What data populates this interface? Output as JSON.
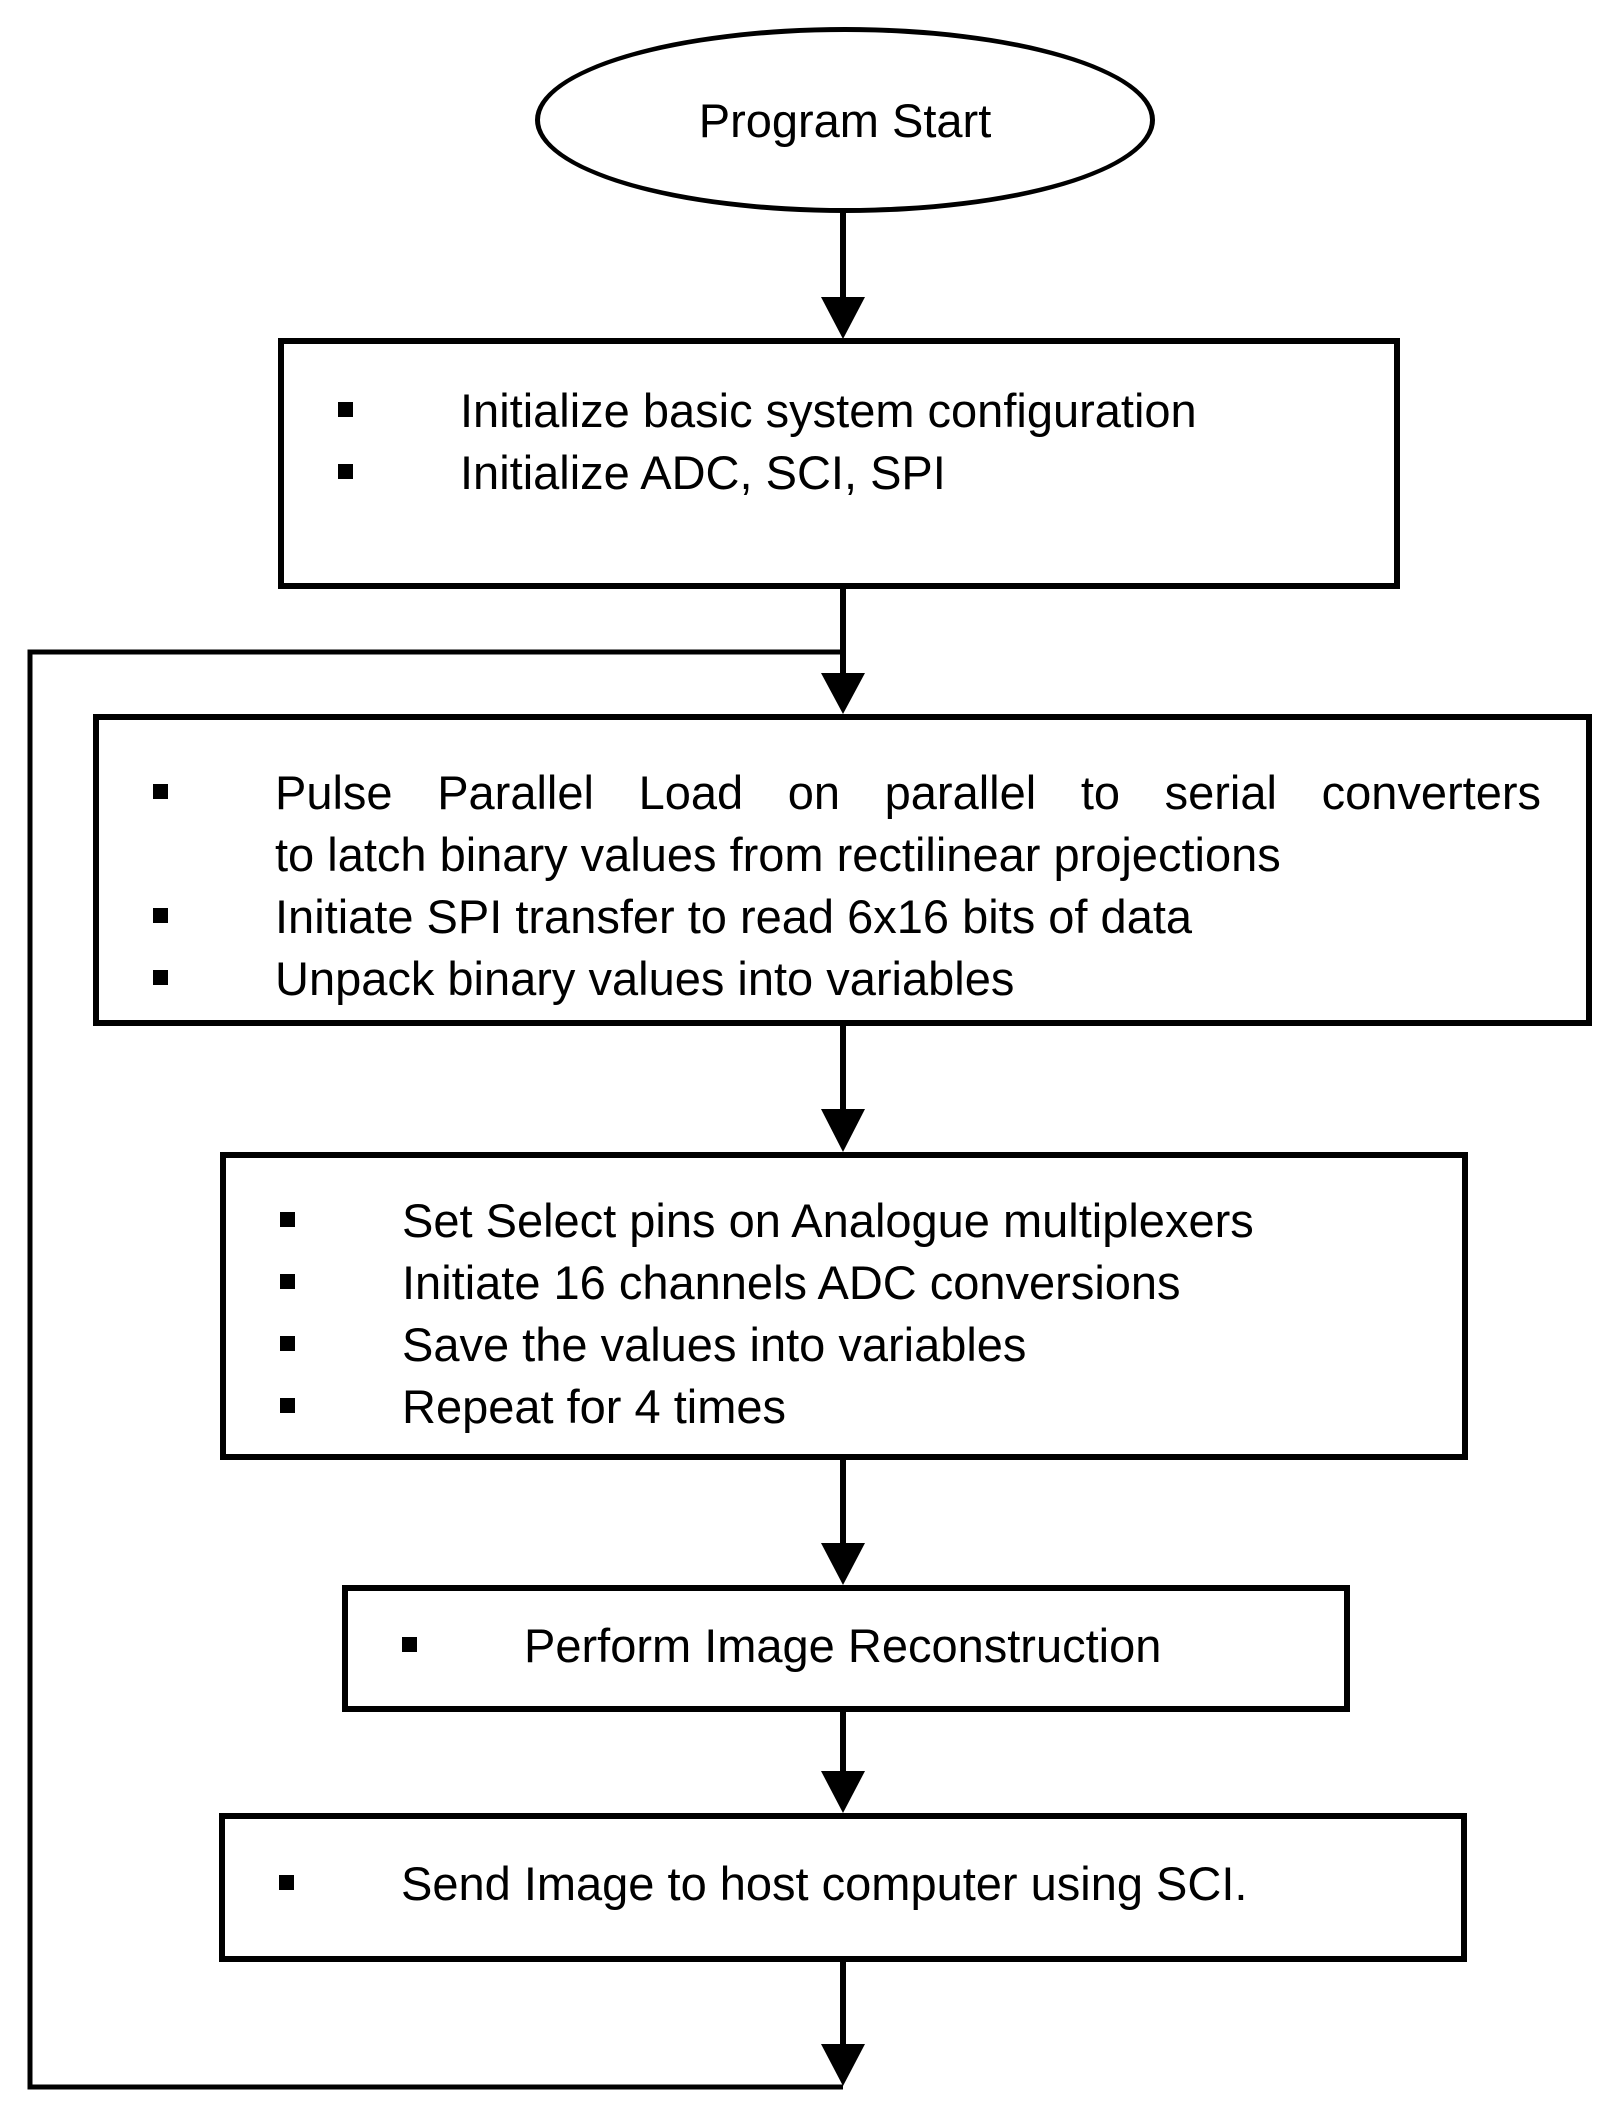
{
  "diagram": {
    "type": "flowchart",
    "colors": {
      "stroke": "#000000",
      "background": "#ffffff",
      "text": "#000000"
    },
    "nodes": {
      "start": {
        "shape": "ellipse",
        "label": "Program Start"
      },
      "init": {
        "shape": "process",
        "lines": [
          {
            "bullet": true,
            "text": "Initialize basic system configuration"
          },
          {
            "bullet": true,
            "text": "Initialize ADC, SCI, SPI"
          }
        ]
      },
      "acquire": {
        "shape": "process",
        "lines": [
          {
            "bullet": true,
            "justify": true,
            "text": "Pulse Parallel Load on parallel to serial converters"
          },
          {
            "bullet": false,
            "text": "to latch binary values from rectilinear projections"
          },
          {
            "bullet": true,
            "text": "Initiate SPI transfer to read 6x16 bits of data"
          },
          {
            "bullet": true,
            "text": "Unpack binary values into variables"
          }
        ]
      },
      "convert": {
        "shape": "process",
        "lines": [
          {
            "bullet": true,
            "text": "Set Select pins on Analogue multiplexers"
          },
          {
            "bullet": true,
            "text": "Initiate 16 channels ADC conversions"
          },
          {
            "bullet": true,
            "text": "Save the values into variables"
          },
          {
            "bullet": true,
            "text": "Repeat for 4 times"
          }
        ]
      },
      "reconstruct": {
        "shape": "process",
        "lines": [
          {
            "bullet": true,
            "text": "Perform Image Reconstruction"
          }
        ]
      },
      "send": {
        "shape": "process",
        "lines": [
          {
            "bullet": true,
            "text": "Send Image to host computer using SCI."
          }
        ]
      }
    },
    "edges": [
      {
        "from": "start",
        "to": "init"
      },
      {
        "from": "init",
        "to": "acquire"
      },
      {
        "from": "acquire",
        "to": "convert"
      },
      {
        "from": "convert",
        "to": "reconstruct"
      },
      {
        "from": "reconstruct",
        "to": "send"
      },
      {
        "from": "send",
        "to": "acquire",
        "type": "loop-back"
      }
    ]
  }
}
